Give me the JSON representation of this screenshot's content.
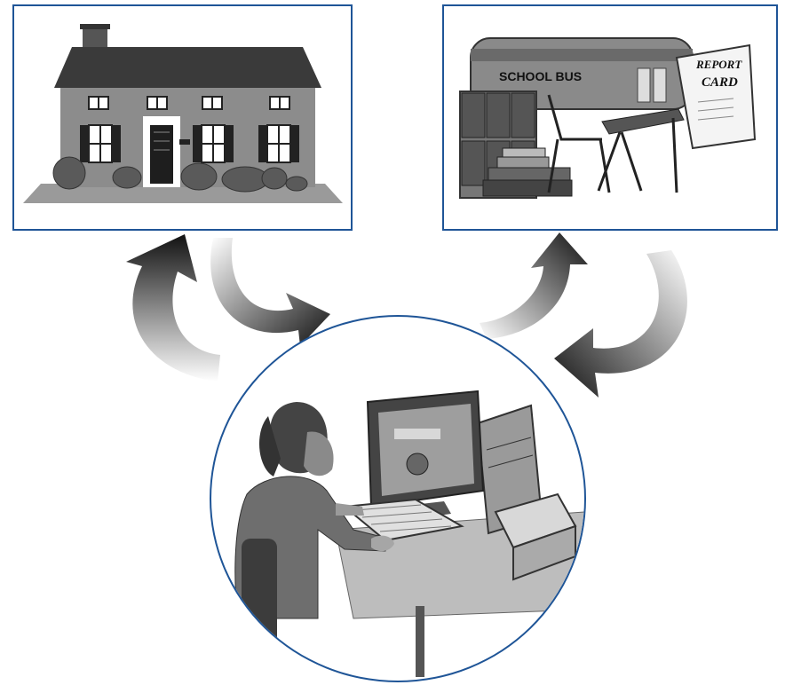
{
  "colors": {
    "frame_border": "#1f5597",
    "dark": "#111111",
    "mid_gray": "#8a8a8a",
    "light_gray": "#c8c8c8",
    "background": "#ffffff"
  },
  "school_panel": {
    "bus_label": "SCHOOL BUS",
    "report_card_line1": "REPORT",
    "report_card_line2": "CARD"
  },
  "icons": [
    "house-illustration",
    "school-bus-illustration",
    "report-card-icon",
    "computer-user-illustration",
    "cycle-arrow-icon"
  ]
}
